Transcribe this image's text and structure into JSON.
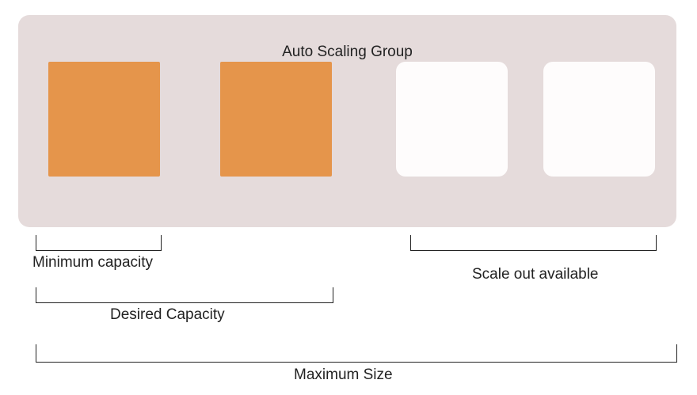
{
  "group": {
    "title": "Auto Scaling Group",
    "background_color": "#e5dbdb"
  },
  "instances": [
    {
      "state": "running",
      "color": "#e5954b"
    },
    {
      "state": "running",
      "color": "#e5954b"
    },
    {
      "state": "available",
      "color": "#fefcfc"
    },
    {
      "state": "available",
      "color": "#fefcfc"
    }
  ],
  "labels": {
    "minimum_capacity": "Minimum capacity",
    "desired_capacity": "Desired Capacity",
    "scale_out_available": "Scale out available",
    "maximum_size": "Maximum Size"
  }
}
